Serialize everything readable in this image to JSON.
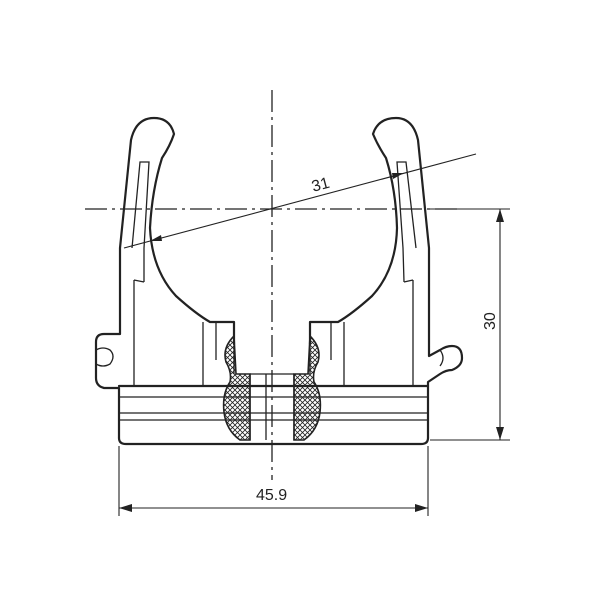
{
  "dimensions": {
    "diameter": "31",
    "height": "30",
    "width": "45.9"
  },
  "colors": {
    "line": "#222222",
    "background": "#ffffff"
  }
}
